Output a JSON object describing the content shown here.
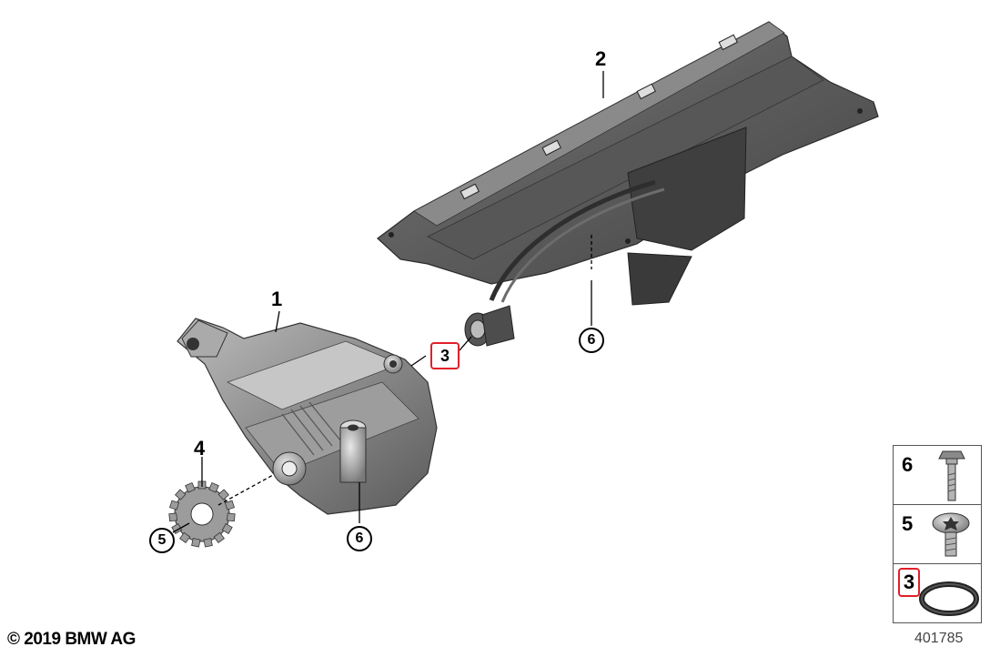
{
  "callouts": {
    "part1": "1",
    "part2": "2",
    "part3": "3",
    "part4": "4",
    "part5": "5",
    "part6_pan": "6",
    "part6_pump": "6"
  },
  "legend": {
    "items": [
      {
        "number": "6",
        "icon": "bolt-icon"
      },
      {
        "number": "5",
        "icon": "torx-screw-icon"
      },
      {
        "number": "3",
        "icon": "o-ring-icon"
      }
    ]
  },
  "footer": {
    "copyright": "© 2019 BMW AG",
    "diagram_number": "401785"
  },
  "colors": {
    "highlight": "#e0202a",
    "part_dark": "#4a4a4a",
    "part_mid": "#6b6b6b",
    "part_light": "#9a9a9a"
  }
}
